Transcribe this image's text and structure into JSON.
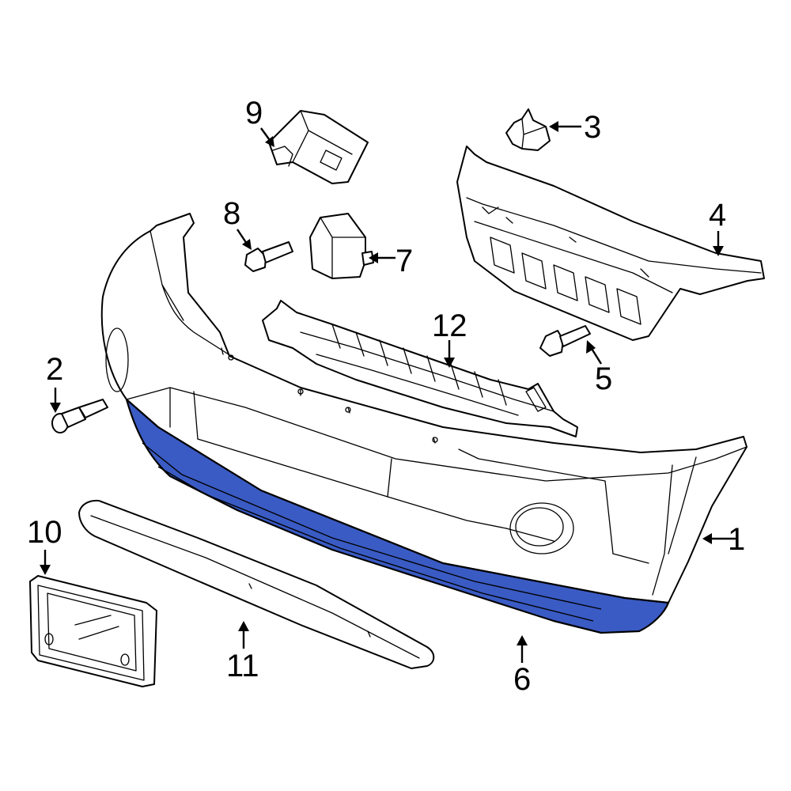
{
  "diagram": {
    "highlight_color": "#3a5bc4",
    "callouts": [
      {
        "id": "1",
        "label": "1"
      },
      {
        "id": "2",
        "label": "2"
      },
      {
        "id": "3",
        "label": "3"
      },
      {
        "id": "4",
        "label": "4"
      },
      {
        "id": "5",
        "label": "5"
      },
      {
        "id": "6",
        "label": "6"
      },
      {
        "id": "7",
        "label": "7"
      },
      {
        "id": "8",
        "label": "8"
      },
      {
        "id": "9",
        "label": "9"
      },
      {
        "id": "10",
        "label": "10"
      },
      {
        "id": "11",
        "label": "11"
      },
      {
        "id": "12",
        "label": "12"
      }
    ]
  }
}
